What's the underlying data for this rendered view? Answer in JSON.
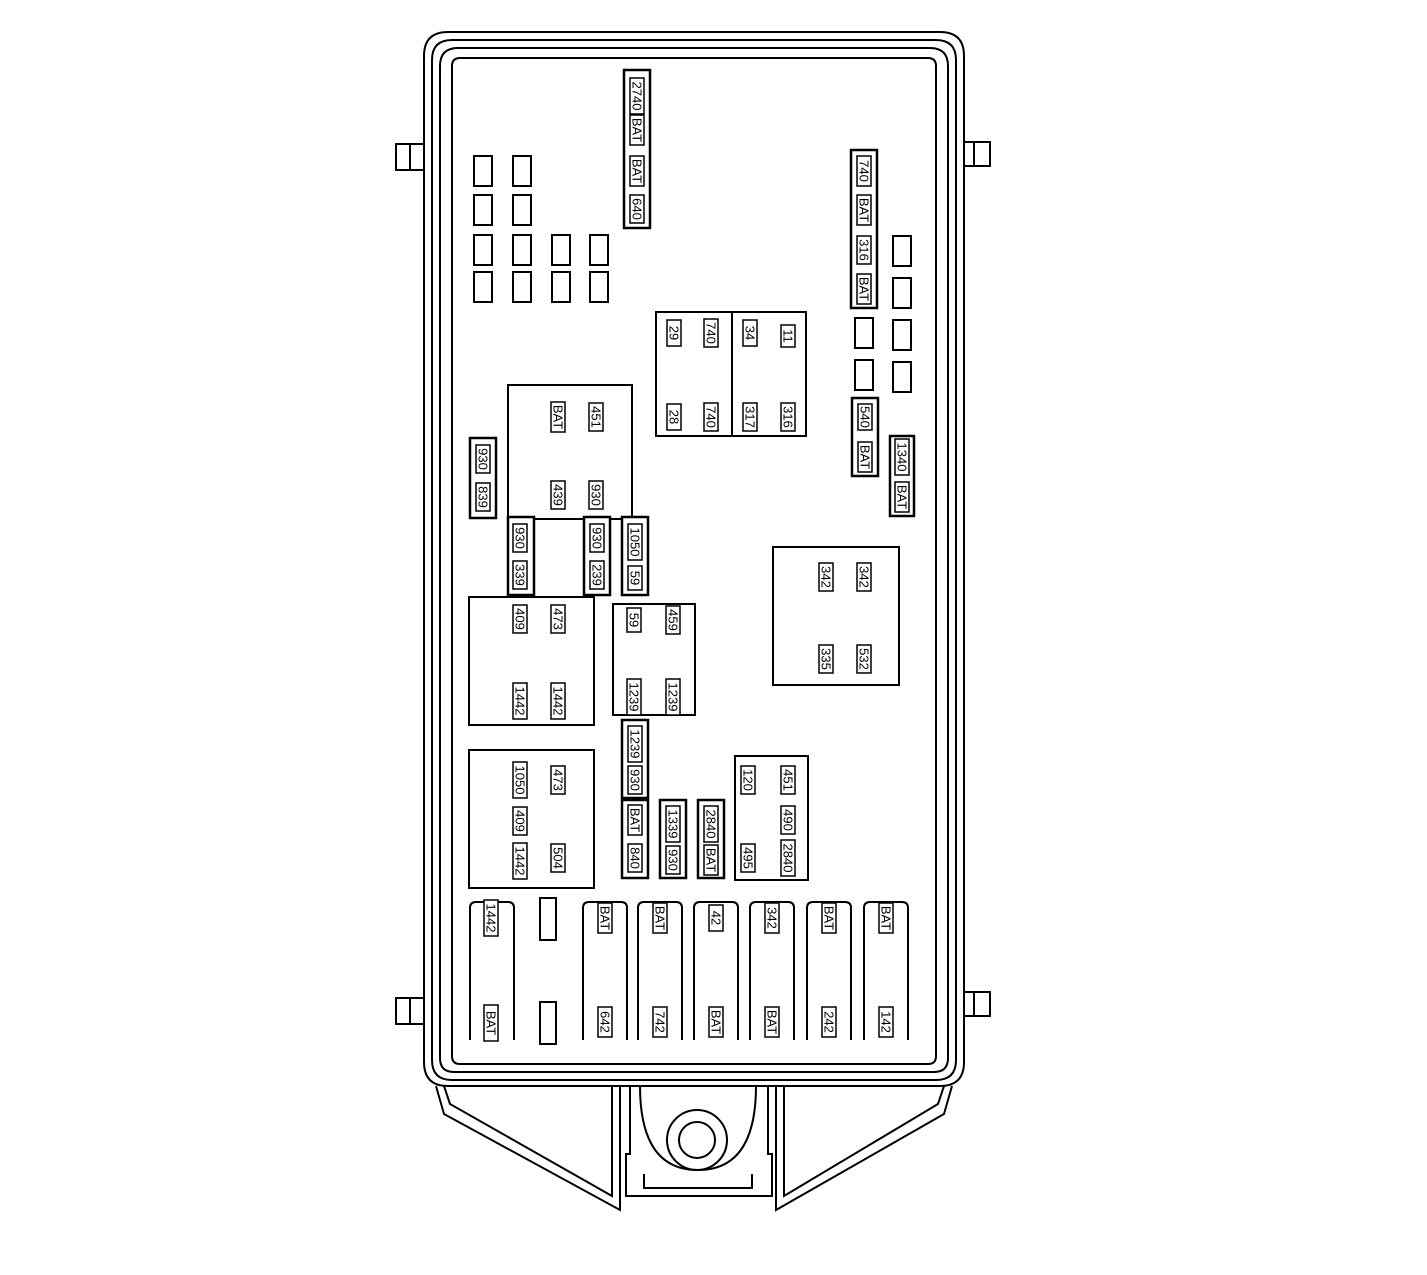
{
  "labels": {
    "fb_2740_a": "2740",
    "fb_bat_a": "BAT",
    "fb_bat_b": "BAT",
    "fb_640": "640",
    "fb_740_r": "740",
    "fb_bat_r": "BAT",
    "fb_316_r": "316",
    "fb_bat_r2": "BAT",
    "fb_540": "540",
    "fb_bat_540": "BAT",
    "fb_1340": "1340",
    "fb_bat_1340": "BAT",
    "fb_930_l": "930",
    "fb_839": "839",
    "rA_bat": "BAT",
    "rA_451": "451",
    "rA_439": "439",
    "rA_930": "930",
    "rB_29": "29",
    "rB_740a": "740",
    "rB_28": "28",
    "rB_740b": "740",
    "rC_34": "34",
    "rC_11": "11",
    "rC_317": "317",
    "rC_316": "316",
    "fb_930_339": "930",
    "fb_339": "339",
    "fb_930_239": "930",
    "fb_239": "239",
    "fb_1050": "1050",
    "fb_59": "59",
    "rD_342a": "342",
    "rD_342b": "342",
    "rD_335": "335",
    "rD_532": "532",
    "rE_409": "409",
    "rE_473": "473",
    "rE_1442a": "1442",
    "rE_1442b": "1442",
    "rF_59": "59",
    "rF_459": "459",
    "rF_1239a": "1239",
    "rF_1239b": "1239",
    "fb_1239": "1239",
    "fb_930_1239": "930",
    "fb_bat_840": "BAT",
    "fb_840": "840",
    "fb_1339": "1339",
    "fb_930_1339": "930",
    "fb_2840": "2840",
    "fb_bat_2840": "BAT",
    "rG_1050": "1050",
    "rG_473": "473",
    "rG_409": "409",
    "rG_1442": "1442",
    "rG_504": "504",
    "rH_120": "120",
    "rH_451": "451",
    "rH_490": "490",
    "rH_495": "495",
    "rH_2840": "2840",
    "mx1_top": "1442",
    "mx1_bot": "BAT",
    "mx2_top": "BAT",
    "mx2_bot": "642",
    "mx3_top": "BAT",
    "mx3_bot": "742",
    "mx4_top": "42",
    "mx4_bot": "BAT",
    "mx5_top": "342",
    "mx5_bot": "BAT",
    "mx6_top": "BAT",
    "mx6_bot": "242",
    "mx7_top": "BAT",
    "mx7_bot": "142"
  }
}
